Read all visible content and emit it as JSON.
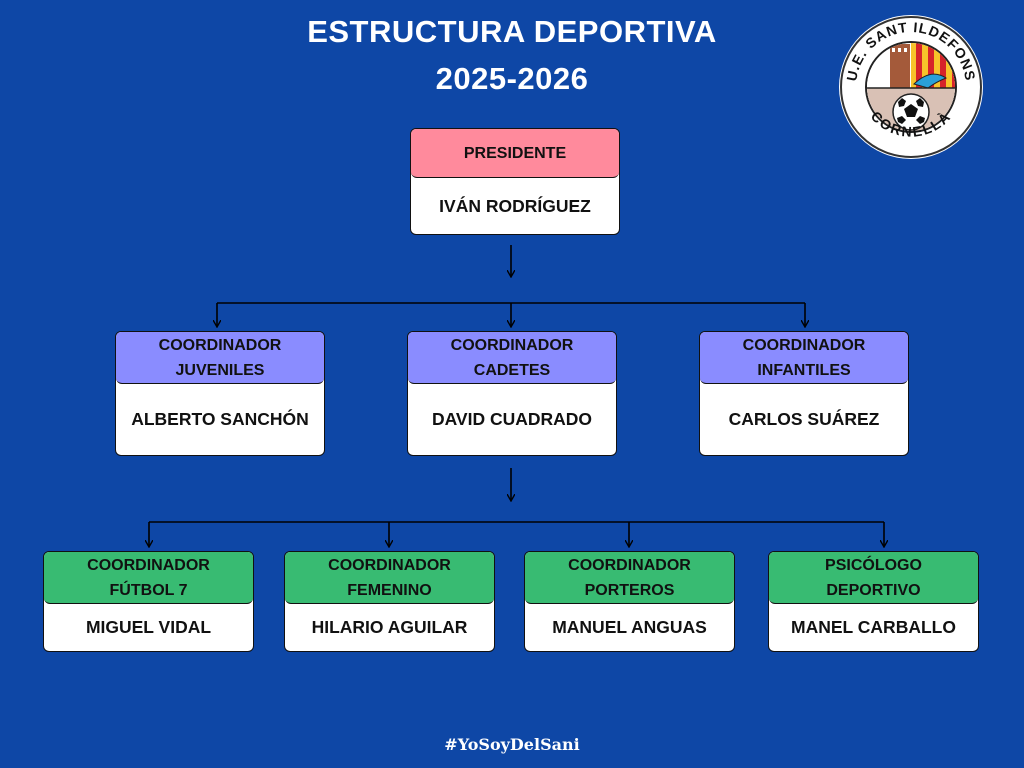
{
  "header": {
    "title_line1": "ESTRUCTURA DEPORTIVA",
    "title_line2": "2025-2026"
  },
  "logo": {
    "arc_top": "U.E. SANT ILDEFONS",
    "arc_bottom": "CORNELLÀ"
  },
  "president": {
    "role": "PRESIDENTE",
    "name": "IVÁN RODRÍGUEZ"
  },
  "coordinators": [
    {
      "role_line1": "COORDINADOR",
      "role_line2": "JUVENILES",
      "name": "ALBERTO SANCHÓN"
    },
    {
      "role_line1": "COORDINADOR",
      "role_line2": "CADETES",
      "name": "DAVID CUADRADO"
    },
    {
      "role_line1": "COORDINADOR",
      "role_line2": "INFANTILES",
      "name": "CARLOS SUÁREZ"
    }
  ],
  "specialists": [
    {
      "role_line1": "COORDINADOR",
      "role_line2": "FÚTBOL 7",
      "name": "MIGUEL VIDAL"
    },
    {
      "role_line1": "COORDINADOR",
      "role_line2": "FEMENINO",
      "name": "HILARIO AGUILAR"
    },
    {
      "role_line1": "COORDINADOR",
      "role_line2": "PORTEROS",
      "name": "MANUEL ANGUAS"
    },
    {
      "role_line1": "PSICÓLOGO",
      "role_line2": "DEPORTIVO",
      "name": "MANEL CARBALLO"
    }
  ],
  "footer": {
    "hashtag": "#YoSoyDelSani"
  },
  "colors": {
    "background": "#0e47a6",
    "president_header": "#ff8a9c",
    "coordinator_header": "#8a8cff",
    "specialist_header": "#38bb72",
    "line": "#000000"
  }
}
